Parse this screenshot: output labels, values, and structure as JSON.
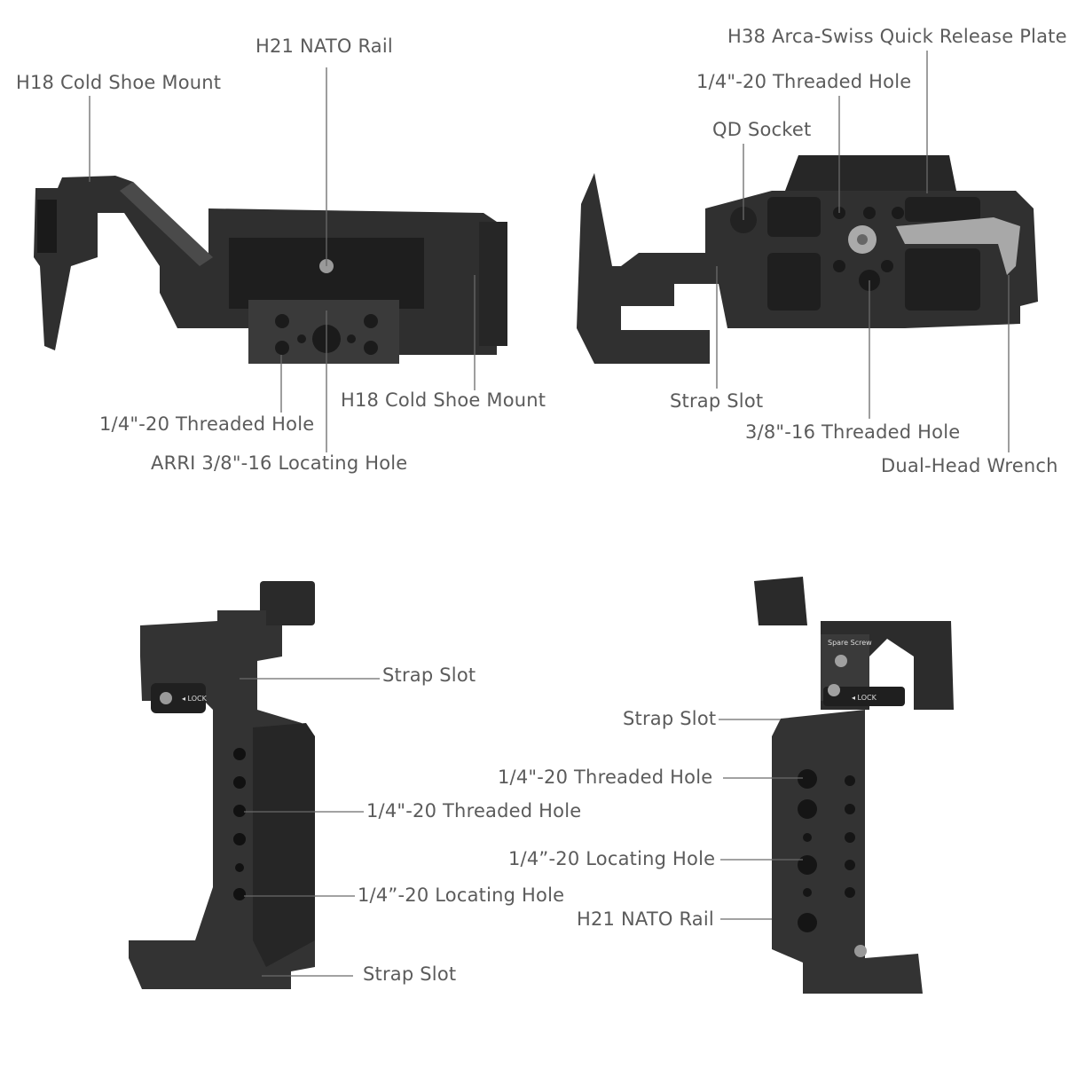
{
  "colors": {
    "label": "#5b5b5b",
    "leader_line": "#6a6a6a",
    "metal_dark": "#2b2b2b",
    "metal_mid": "#3d3d3d",
    "metal_light": "#555555"
  },
  "views": {
    "top_left": {
      "labels": [
        "H21 NATO Rail",
        "H18 Cold Shoe Mount",
        "H18 Cold Shoe Mount",
        "1/4\"-20 Threaded Hole",
        "ARRI 3/8\"-16 Locating Hole"
      ]
    },
    "top_right": {
      "labels": [
        "H38 Arca-Swiss Quick Release Plate",
        "1/4\"-20 Threaded Hole",
        "QD Socket",
        "Strap Slot",
        "3/8\"-16 Threaded Hole",
        "Dual-Head Wrench"
      ]
    },
    "bottom_left": {
      "labels": [
        "Strap Slot",
        "1/4\"-20 Threaded Hole",
        "1/4”-20 Locating Hole",
        "Strap Slot"
      ],
      "product_text": [
        "LOCK"
      ]
    },
    "bottom_right": {
      "labels": [
        "Strap Slot",
        "1/4\"-20 Threaded Hole",
        "1/4”-20 Locating Hole",
        "H21 NATO Rail"
      ],
      "product_text": [
        "Spare Screw",
        "LOCK"
      ]
    }
  }
}
